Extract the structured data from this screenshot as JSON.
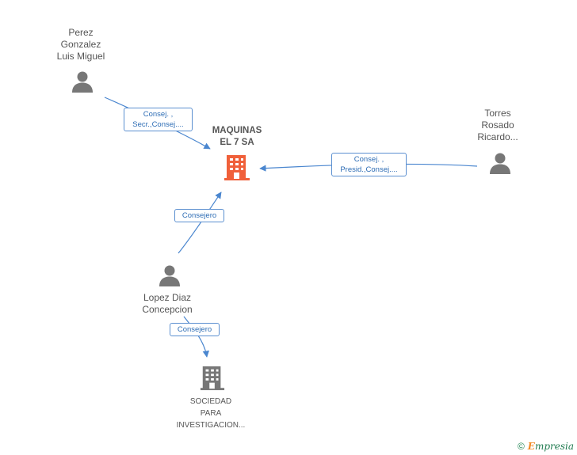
{
  "nodes": {
    "main_company": {
      "lines": [
        "MAQUINAS",
        "EL 7 SA"
      ],
      "color": "#f0603a"
    },
    "person_perez": {
      "lines": [
        "Perez",
        "Gonzalez",
        "Luis Miguel"
      ]
    },
    "person_torres": {
      "lines": [
        "Torres",
        "Rosado",
        "Ricardo..."
      ]
    },
    "person_lopez": {
      "lines": [
        "Lopez Diaz",
        "Concepcion"
      ]
    },
    "company_sociedad": {
      "lines": [
        "SOCIEDAD",
        "PARA",
        "INVESTIGACION..."
      ],
      "color": "#777777"
    }
  },
  "edges": {
    "perez_to_main": {
      "lines": [
        "Consej. ,",
        "Secr.,Consej...."
      ]
    },
    "torres_to_main": {
      "lines": [
        "Consej. ,",
        "Presid.,Consej...."
      ]
    },
    "lopez_to_main": {
      "lines": [
        "Consejero"
      ]
    },
    "lopez_to_sociedad": {
      "lines": [
        "Consejero"
      ]
    }
  },
  "footer": {
    "copyright_symbol": "©",
    "brand_first": "E",
    "brand_rest": "mpresia"
  },
  "colors": {
    "edge": "#4a86cf",
    "person_icon": "#777777",
    "main_company_icon": "#f0603a"
  }
}
